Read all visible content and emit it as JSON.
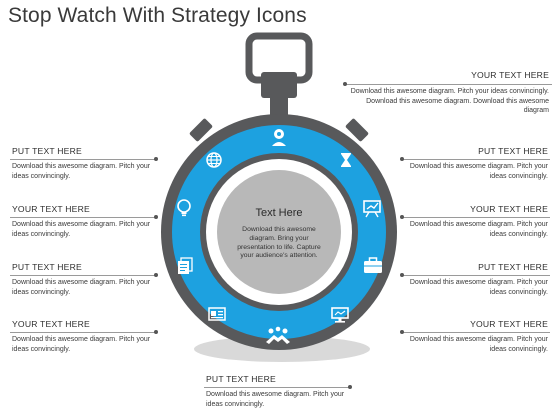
{
  "title": "Stop Watch With Strategy Icons",
  "center": {
    "heading": "Text Here",
    "body": "Download this awesome diagram. Bring your presentation to life. Capture your audience's attention."
  },
  "blocks": {
    "top_right": {
      "heading": "YOUR TEXT HERE",
      "body": "Download this awesome diagram. Pitch your ideas convincingly. Download this awesome diagram. Download this awesome diagram"
    },
    "left_1": {
      "heading": "PUT TEXT HERE",
      "body": "Download this awesome diagram. Pitch your ideas convincingly."
    },
    "left_2": {
      "heading": "YOUR TEXT HERE",
      "body": "Download this awesome diagram. Pitch your ideas convincingly."
    },
    "left_3": {
      "heading": "PUT TEXT HERE",
      "body": "Download this awesome diagram. Pitch your ideas convincingly."
    },
    "left_4": {
      "heading": "YOUR TEXT HERE",
      "body": "Download this awesome diagram. Pitch your ideas convincingly."
    },
    "right_1": {
      "heading": "PUT TEXT HERE",
      "body": "Download this awesome diagram. Pitch your ideas convincingly."
    },
    "right_2": {
      "heading": "YOUR TEXT HERE",
      "body": "Download this awesome diagram. Pitch your ideas convincingly."
    },
    "right_3": {
      "heading": "PUT TEXT HERE",
      "body": "Download this awesome diagram. Pitch your ideas convincingly."
    },
    "right_4": {
      "heading": "YOUR TEXT HERE",
      "body": "Download this awesome diagram. Pitch your ideas convincingly."
    },
    "bottom": {
      "heading": "PUT TEXT HERE",
      "body": "Download this awesome diagram. Pitch your ideas convincingly."
    }
  },
  "colors": {
    "ring": "#1da1e0",
    "frame": "#58595b",
    "center": "#b8b8b8"
  },
  "ring_icons": [
    "gear-person-icon",
    "hourglass-icon",
    "chart-board-icon",
    "briefcase-icon",
    "monitor-icon",
    "handshake-icon",
    "id-card-icon",
    "documents-icon",
    "lightbulb-icon",
    "globe-icon"
  ]
}
